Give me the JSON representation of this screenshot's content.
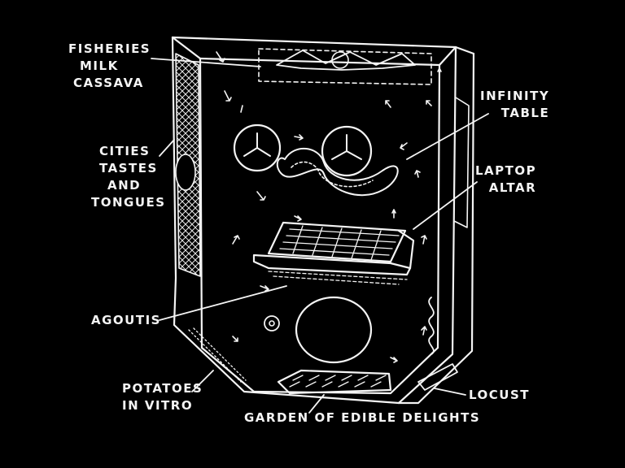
{
  "diagram": {
    "labels": {
      "top_left": [
        "FISHERIES",
        "MILK",
        "CASSAVA"
      ],
      "infinity_table": [
        "INFINITY",
        "TABLE"
      ],
      "cities": [
        "CITIES",
        "TASTES",
        "AND",
        "TONGUES"
      ],
      "laptop_altar": [
        "LAPTOP",
        "ALTAR"
      ],
      "agoutis": "AGOUTIS",
      "potatoes": [
        "POTATOES",
        "IN VITRO"
      ],
      "locust": "LOCUST",
      "garden": "GARDEN OF EDIBLE DELIGHTS"
    },
    "colors": {
      "background": "#000000",
      "ink": "#f4f4f4"
    }
  }
}
